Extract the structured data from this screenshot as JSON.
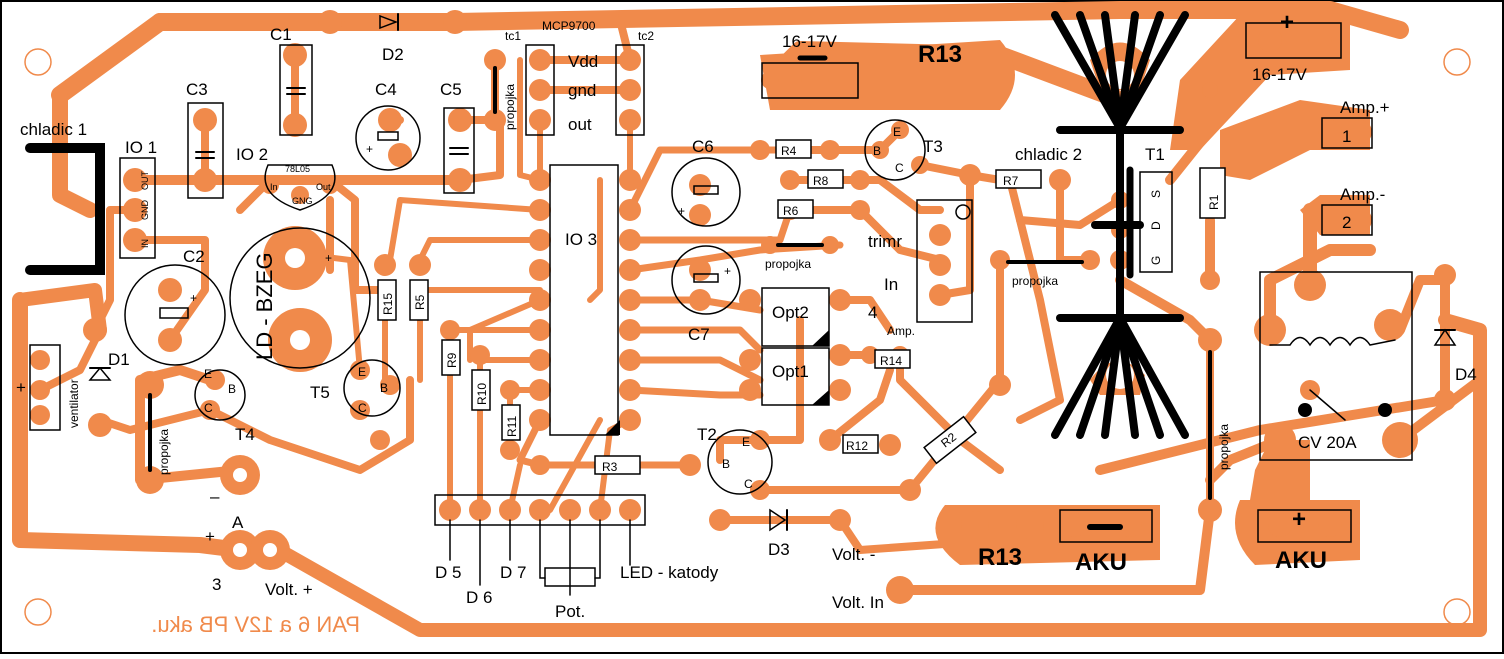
{
  "title_mirrored": "PAN 6 a 12V PB aku.",
  "colors": {
    "copper": "#f08a4b",
    "silk": "#000000",
    "board": "#ffffff"
  },
  "labels": {
    "chladic1": "chladic 1",
    "chladic2": "chladic 2",
    "io1": "IO 1",
    "io2": "IO 2",
    "io3": "IO 3",
    "c1": "C1",
    "c2": "C2",
    "c3": "C3",
    "c4": "C4",
    "c5": "C5",
    "c6": "C6",
    "c7": "C7",
    "d1": "D1",
    "d2": "D2",
    "d3": "D3",
    "d4": "D4",
    "mcp": "MCP9700",
    "tc1": "tc1",
    "tc2": "tc2",
    "vdd": "Vdd",
    "gnd": "gnd",
    "out": "out",
    "v1617_a": "16-17V",
    "v1617_b": "16-17V",
    "r13_top": "R13",
    "r13_bot": "R13",
    "plus_top": "+",
    "amp_plus": "Amp.+",
    "amp_minus": "Amp.-",
    "num1": "1",
    "num2": "2",
    "num3": "3",
    "num4": "4",
    "r4": "R4",
    "r8": "R8",
    "r6": "R6",
    "r7": "R7",
    "r1": "R1",
    "r14": "R14",
    "r12": "R12",
    "r2": "R2",
    "r3": "R3",
    "r9": "R9",
    "r10": "R10",
    "r11": "R11",
    "r15": "R15",
    "r5": "R5",
    "t1": "T1",
    "t2": "T2",
    "t3": "T3",
    "t4": "T4",
    "t5": "T5",
    "trimr": "trimr",
    "propojka": "propojka",
    "in": "In",
    "amp": "Amp.",
    "opt1": "Opt1",
    "opt2": "Opt2",
    "ld_bzeg": "LD - BZEG",
    "ventilator": "ventilator",
    "cv20a": "CV 20A",
    "aku_a": "AKU",
    "aku_b": "AKU",
    "volt_minus": "Volt. -",
    "volt_in": "Volt. In",
    "volt_plus": "Volt. +",
    "a": "A",
    "d5": "D 5",
    "d6": "D 6",
    "d7": "D 7",
    "led_katody": "LED - katody",
    "pot": "Pot.",
    "ic_7805": "78L05",
    "pin_in": "In",
    "pin_gng": "GNG",
    "pin_out": "Out",
    "io1_in": "IN",
    "io1_gnd": "GND",
    "io1_out": "OUT",
    "t_e": "E",
    "t_b": "B",
    "t_c": "C",
    "g": "G",
    "d": "D",
    "s": "S"
  }
}
